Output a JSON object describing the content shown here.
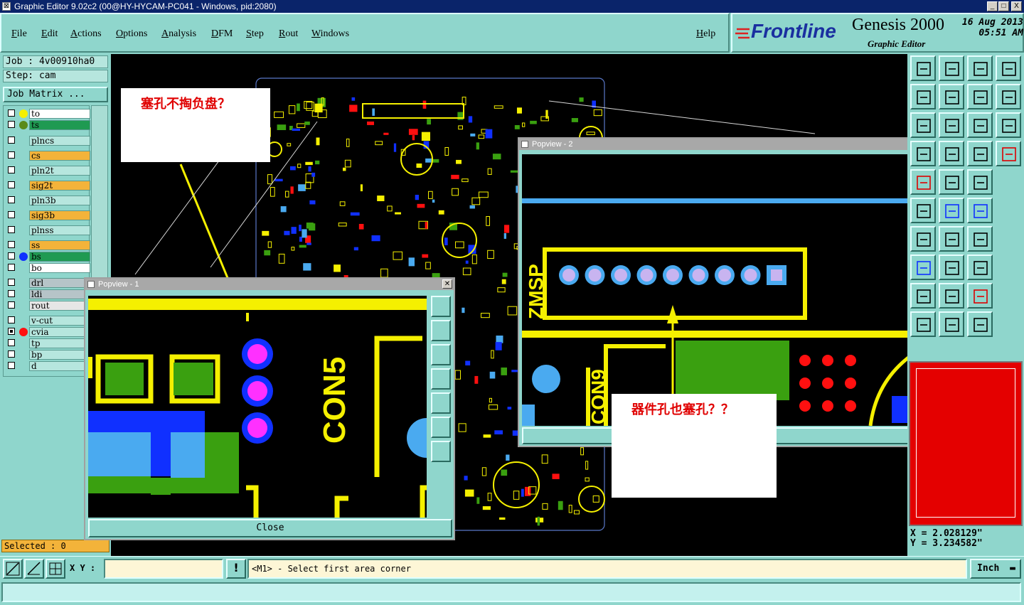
{
  "window": {
    "title": "Graphic Editor 9.02c2 (00@HY-HYCAM-PC041 - Windows, pid:2080)",
    "controls": [
      "_",
      "□",
      "X"
    ]
  },
  "menu": {
    "items": [
      "File",
      "Edit",
      "Actions",
      "Options",
      "Analysis",
      "DFM",
      "Step",
      "Rout",
      "Windows"
    ],
    "help": "Help"
  },
  "brand": {
    "frontline": "Frontline",
    "product": "Genesis 2000",
    "subtitle": "Graphic Editor",
    "date": "16 Aug 2013",
    "time": "05:51 AM"
  },
  "job": {
    "job_label": "Job : 4v00910ha0",
    "step_label": "Step: cam",
    "matrix_button": "Job Matrix ..."
  },
  "layers": [
    {
      "name": "to",
      "color": "#ffffff",
      "dot": "#f5f000",
      "active": false
    },
    {
      "name": "ts",
      "color": "#1f9a52",
      "dot": "#5a8a1a",
      "active": false
    },
    {
      "name": "plncs",
      "color": "#b6e6de",
      "dot": "",
      "active": false
    },
    {
      "name": "cs",
      "color": "#f3b33a",
      "dot": "",
      "active": false
    },
    {
      "name": "pln2t",
      "color": "#b6e6de",
      "dot": "",
      "active": false
    },
    {
      "name": "sig2t",
      "color": "#f3b33a",
      "dot": "",
      "active": false
    },
    {
      "name": "pln3b",
      "color": "#b6e6de",
      "dot": "",
      "active": false
    },
    {
      "name": "sig3b",
      "color": "#f3b33a",
      "dot": "",
      "active": false
    },
    {
      "name": "plnss",
      "color": "#b6e6de",
      "dot": "",
      "active": false
    },
    {
      "name": "ss",
      "color": "#f3b33a",
      "dot": "",
      "active": false
    },
    {
      "name": "bs",
      "color": "#1f9a52",
      "dot": "#1030ff",
      "active": false
    },
    {
      "name": "bo",
      "color": "#ffffff",
      "dot": "",
      "active": false
    },
    {
      "name": "drl",
      "color": "#b6c4c8",
      "dot": "",
      "active": false
    },
    {
      "name": "ldi",
      "color": "#b6c4c8",
      "dot": "",
      "active": false
    },
    {
      "name": "rout",
      "color": "#e6e6e6",
      "dot": "",
      "active": false
    },
    {
      "name": "v-cut",
      "color": "#b6e6de",
      "dot": "",
      "active": false
    },
    {
      "name": "cvia",
      "color": "#b6e6de",
      "dot": "#ff1010",
      "active": true
    },
    {
      "name": "tp",
      "color": "#b6e6de",
      "dot": "",
      "active": false
    },
    {
      "name": "bp",
      "color": "#b6e6de",
      "dot": "",
      "active": false
    },
    {
      "name": "d",
      "color": "#b6e6de",
      "dot": "",
      "active": false
    }
  ],
  "selected": "Selected : 0",
  "coordinates": {
    "x": "X = 2.028129\"",
    "y": "Y = 3.234582\""
  },
  "status": {
    "xy_label": "X Y :",
    "xy_value": "",
    "message": "<M1> - Select first area corner",
    "units": "Inch"
  },
  "popview1": {
    "title": "Popview - 1",
    "close_label": "Close",
    "component_label": "CON5"
  },
  "popview2": {
    "title": "Popview - 2",
    "component_label": "ZMSP",
    "component_label2": "CON9"
  },
  "annotations": {
    "note1": "塞孔不掏负盘？",
    "note2": "器件孔也塞孔？？"
  },
  "colors": {
    "ui_teal": "#8fd6cc",
    "title_bar": "#0a246a",
    "pcb_yellow": "#f5f000",
    "pcb_green": "#3aa010",
    "pcb_blue": "#1030ff",
    "pcb_light_blue": "#4aaaf0",
    "pcb_magenta": "#ff30ff",
    "pcb_red": "#ff1010"
  }
}
